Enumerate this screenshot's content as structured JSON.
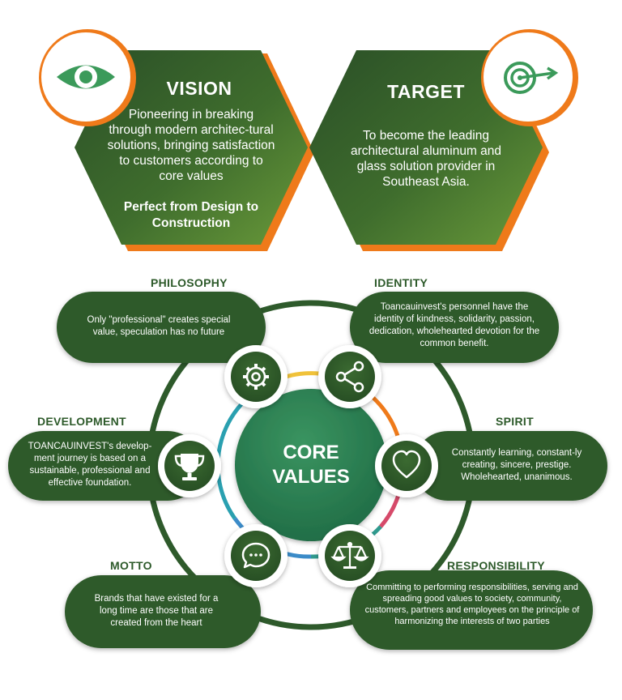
{
  "vision": {
    "title": "VISION",
    "body": "Pioneering in breaking through modern architec-tural solutions, bringing satisfaction to customers according to core values",
    "highlight": "Perfect from Design to Construction",
    "icon": "eye-icon"
  },
  "target": {
    "title": "TARGET",
    "body": "To become the leading architectural aluminum and glass solution provider in Southeast Asia.",
    "icon": "target-arrow-icon"
  },
  "core": {
    "line1": "CORE",
    "line2": "VALUES"
  },
  "values": {
    "philosophy": {
      "title": "PHILOSOPHY",
      "text": "Only \"professional\" creates special value, speculation has no future",
      "icon": "gear-icon"
    },
    "identity": {
      "title": "IDENTITY",
      "text": "Toancauinvest's personnel have the identity of kindness, solidarity, passion, dedication, wholehearted devotion for the common benefit.",
      "icon": "share-icon"
    },
    "development": {
      "title": "DEVELOPMENT",
      "text": "TOANCAUINVEST's develop-ment journey is based on a sustainable, professional and effective foundation.",
      "icon": "trophy-icon"
    },
    "spirit": {
      "title": "SPIRIT",
      "text": "Constantly learning, constant-ly creating, sincere, prestige. Wholehearted, unanimous.",
      "icon": "heart-icon"
    },
    "motto": {
      "title": "MOTTO",
      "text": "Brands that have existed for a long time are those that are created from the heart",
      "icon": "chat-bubble-icon"
    },
    "responsibility": {
      "title": "RESPONSIBILITY",
      "text": "Committing to performing responsibilities, serving and spreading good values to society, community, customers, partners and employees on the principle of harmonizing the interests of two parties",
      "icon": "scales-icon"
    }
  },
  "colors": {
    "dark_green": "#2e5a2b",
    "light_green": "#5f8f3a",
    "orange": "#ef7a1a",
    "teal_core": "#3c9a63"
  }
}
